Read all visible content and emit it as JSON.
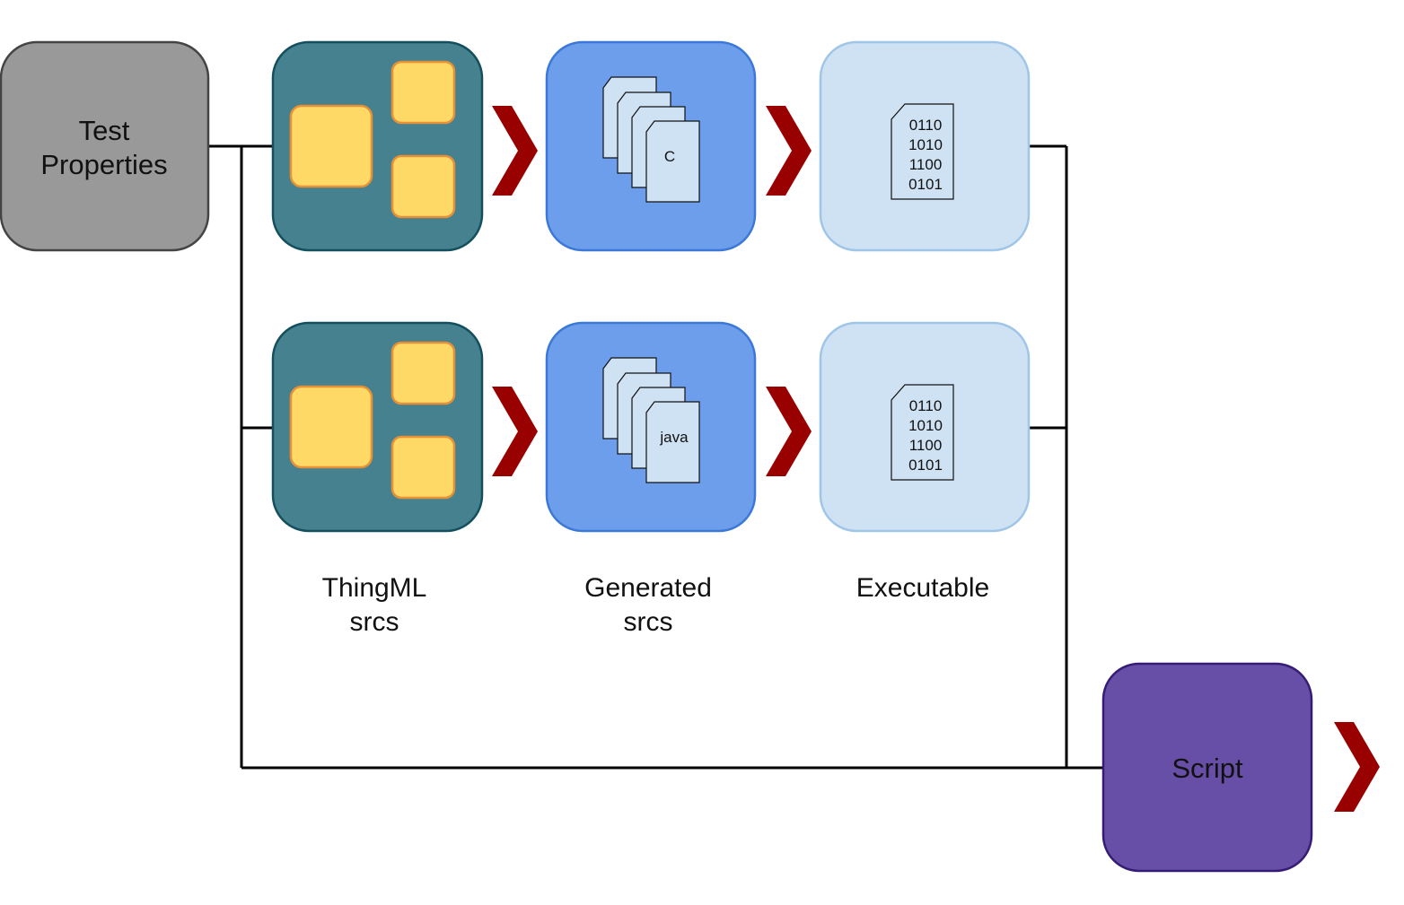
{
  "test_properties": {
    "line1": "Test",
    "line2": "Properties"
  },
  "rows": [
    {
      "generated_language": "C",
      "binary_lines": [
        "0110",
        "1010",
        "1100",
        "0101"
      ]
    },
    {
      "generated_language": "java",
      "binary_lines": [
        "0110",
        "1010",
        "1100",
        "0101"
      ]
    }
  ],
  "column_labels": {
    "thingml": {
      "line1": "ThingML",
      "line2": "srcs"
    },
    "generated": {
      "line1": "Generated",
      "line2": "srcs"
    },
    "executable": {
      "line1": "Executable"
    }
  },
  "script": {
    "label": "Script"
  },
  "colors": {
    "test_properties_fill": "#999999",
    "thingml_fill": "#45818e",
    "component_fill": "#ffd966",
    "component_stroke": "#e69138",
    "generated_fill": "#6d9eeb",
    "generated_stroke": "#3c78d8",
    "executable_fill": "#cfe2f3",
    "executable_stroke": "#9fc5e8",
    "script_fill": "#674ea7",
    "script_stroke": "#351c75",
    "chevron": "#990000",
    "connector": "#000000"
  }
}
